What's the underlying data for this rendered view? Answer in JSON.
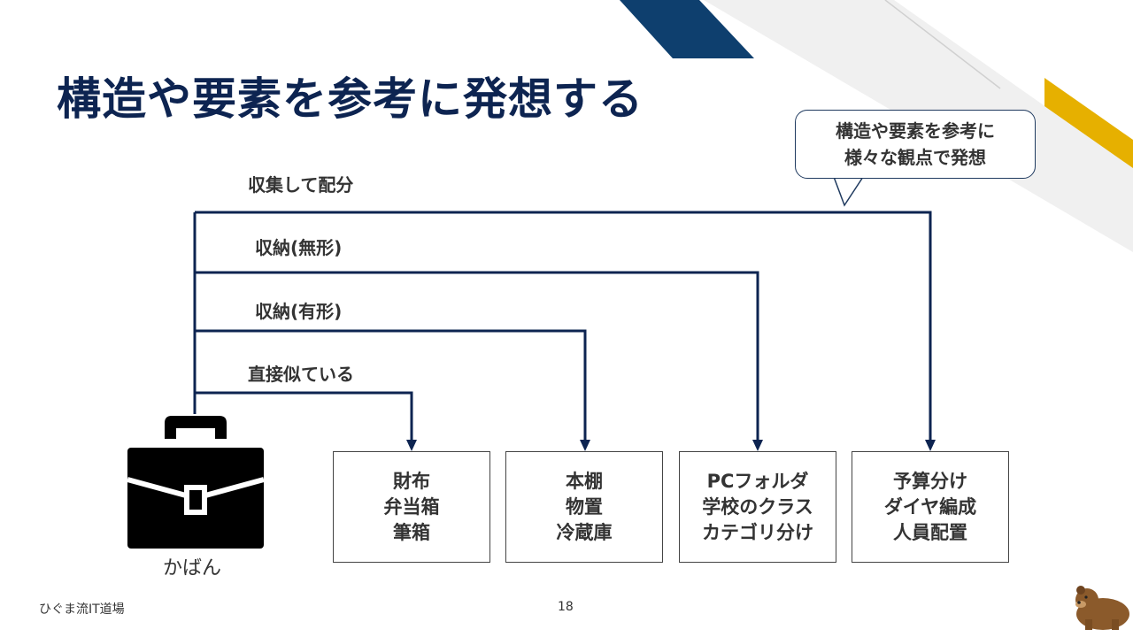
{
  "slide": {
    "title": "構造や要素を参考に発想する",
    "callout": {
      "line1": "構造や要素を参考に",
      "line2": "様々な観点で発想"
    },
    "branches": [
      {
        "label": "収集して配分"
      },
      {
        "label": "収納(無形)"
      },
      {
        "label": "収納(有形)"
      },
      {
        "label": "直接似ている"
      }
    ],
    "source": {
      "label": "かばん",
      "icon": "briefcase-icon"
    },
    "boxes": [
      {
        "lines": [
          "財布",
          "弁当箱",
          "筆箱"
        ]
      },
      {
        "lines": [
          "本棚",
          "物置",
          "冷蔵庫"
        ]
      },
      {
        "lines": [
          "PCフォルダ",
          "学校のクラス",
          "カテゴリ分け"
        ]
      },
      {
        "lines": [
          "予算分け",
          "ダイヤ編成",
          "人員配置"
        ]
      }
    ],
    "footer": {
      "left": "ひぐま流IT道場",
      "page": "18",
      "mascot": "bear-icon"
    },
    "colors": {
      "navy": "#0d2451",
      "accent_yellow": "#e6b000",
      "text": "#333333"
    }
  }
}
